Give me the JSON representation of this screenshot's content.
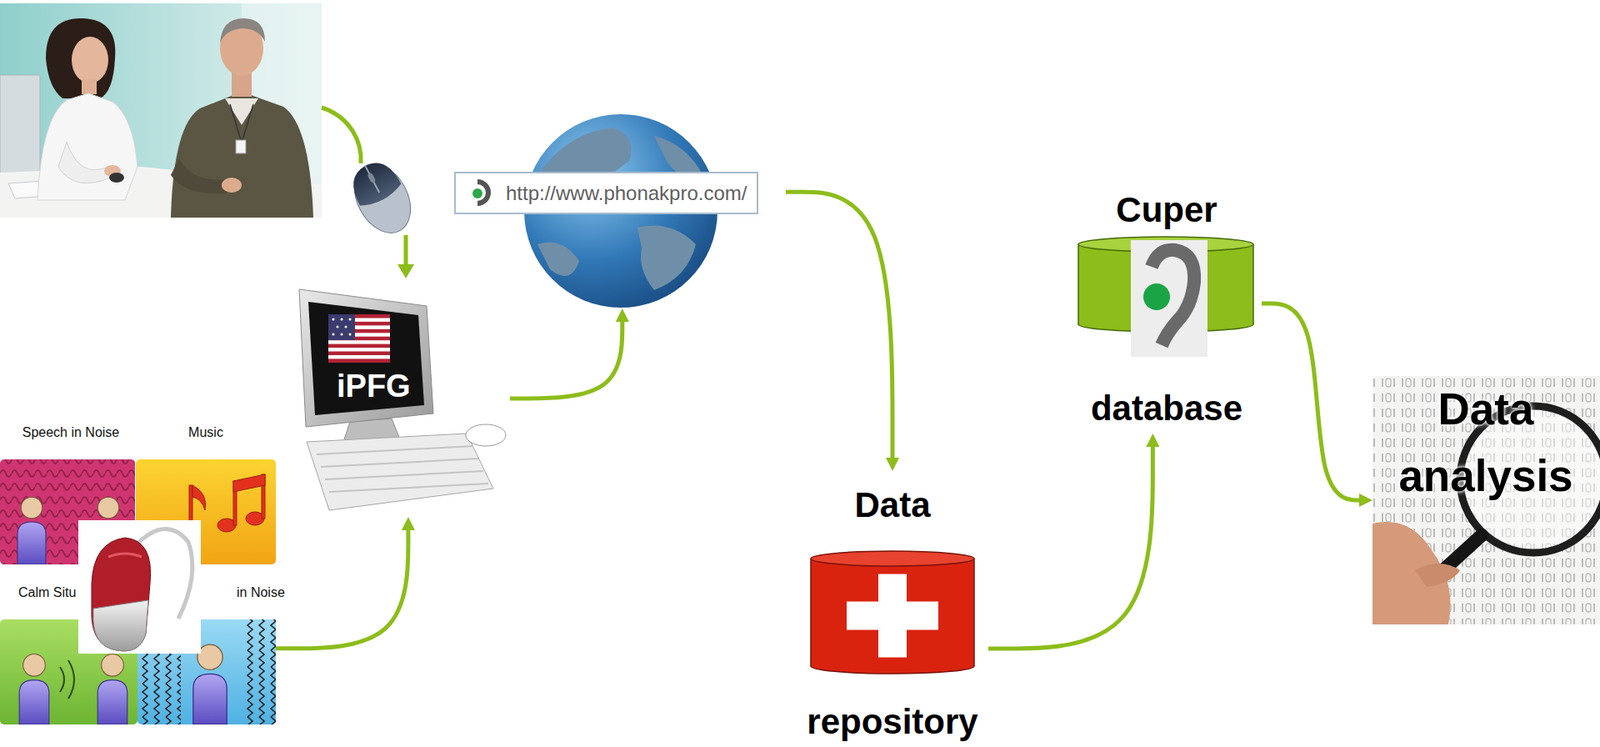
{
  "diagram": {
    "nodes": [
      {
        "text": [
          "Speech in Noise"
        ]
      },
      {
        "text": [
          "Music"
        ]
      },
      {
        "text": [
          "Calm Situ"
        ]
      },
      {
        "text": [
          "in Noise"
        ]
      },
      {
        "text": [
          "iPFG"
        ]
      },
      {
        "text": [
          "http://www.phonakpro.com/"
        ]
      },
      {
        "text": [
          "Data",
          "repository"
        ]
      },
      {
        "text": [
          "Cuper",
          "database"
        ]
      },
      {
        "text": [
          "Data analysis"
        ]
      }
    ],
    "edges": [
      {
        "from": 3,
        "to": 4,
        "arrow": "to"
      },
      {
        "from": 4,
        "to": 5,
        "arrow": "to"
      },
      {
        "from": 5,
        "to": 6,
        "arrow": "to"
      },
      {
        "from": 6,
        "to": 7,
        "arrow": "to"
      },
      {
        "from": 7,
        "to": 8,
        "arrow": "to"
      }
    ]
  }
}
